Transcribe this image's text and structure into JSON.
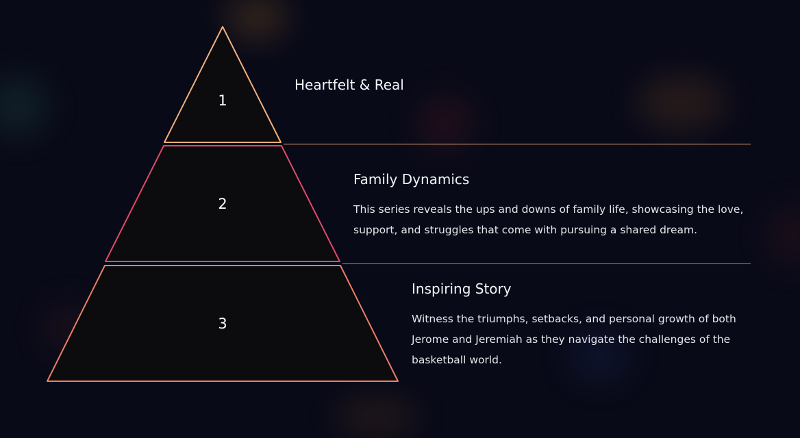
{
  "tiers": [
    {
      "number": "1",
      "title": "Heartfelt & Real",
      "description": "",
      "color": "#f3b07a"
    },
    {
      "number": "2",
      "title": "Family Dynamics",
      "description": "This series reveals the ups and downs of family life, showcasing the love, support, and struggles that come with pursuing a shared dream.",
      "color": "#e04a66"
    },
    {
      "number": "3",
      "title": "Inspiring Story",
      "description": "Witness the triumphs, setbacks, and personal growth of both Jerome and Jeremiah as they navigate the challenges of the basketball world.",
      "color": "#ec7f66"
    }
  ],
  "colors": {
    "background": "#090a18",
    "tier_fill": "#0c0c0e",
    "separator_1": "#f3b07a",
    "separator_2": "#e26a6a"
  }
}
